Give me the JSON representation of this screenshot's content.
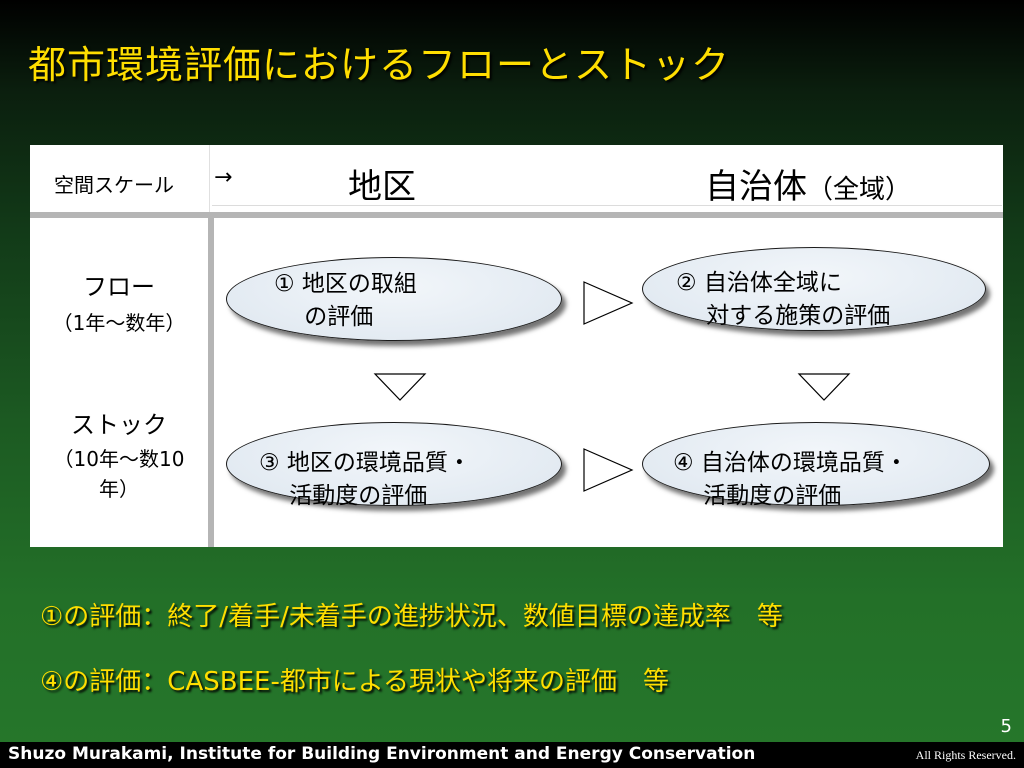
{
  "slide": {
    "title": "都市環境評価におけるフローとストック",
    "page_number": "5"
  },
  "table": {
    "header": {
      "space_scale": "空間スケール",
      "arrow": "→",
      "district": "地区",
      "municipality": "自治体",
      "municipality_sub": "（全域）"
    },
    "rows": [
      {
        "title": "フロー",
        "subtitle_lines": [
          "（1年～数年）"
        ]
      },
      {
        "title": "ストック",
        "subtitle_lines": [
          "（10年～数10",
          "年）"
        ]
      }
    ],
    "cells": [
      {
        "lines": [
          "① 地区の取組",
          "　 の評価"
        ]
      },
      {
        "lines": [
          "② 自治体全域に",
          "　 対する施策の評価"
        ]
      },
      {
        "lines": [
          "③ 地区の環境品質・",
          "　 活動度の評価"
        ]
      },
      {
        "lines": [
          "④ 自治体の環境品質・",
          "　 活動度の評価"
        ]
      }
    ]
  },
  "notes": [
    "①の評価：終了/着手/未着手の進捗状況、数値目標の達成率　等",
    "④の評価：CASBEE-都市による現状や将来の評価　等"
  ],
  "footer": {
    "credit": "Shuzo Murakami,  Institute for Building Environment and Energy Conservation",
    "rights": "All Rights Reserved."
  },
  "colors": {
    "title": "#ffde00",
    "ellipse_fill": "#dde6ef",
    "background_top": "#000000",
    "background_bottom": "#26772b"
  }
}
